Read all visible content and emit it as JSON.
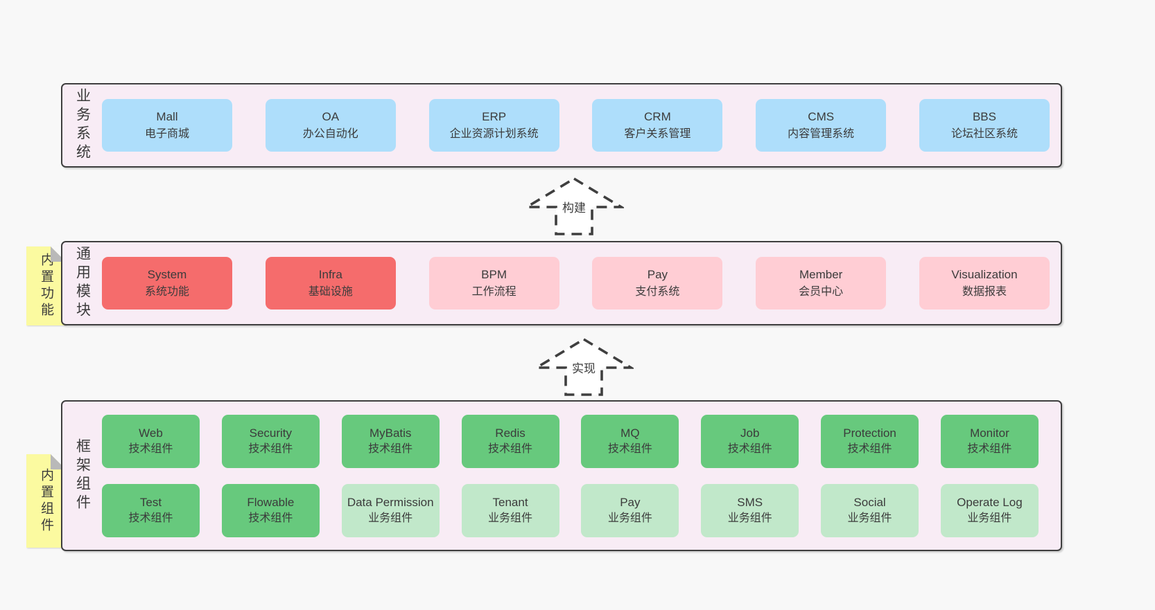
{
  "diagram": {
    "colors": {
      "page_bg": "#f8f8f8",
      "panel_bg": "#f8ecf5",
      "panel_border": "#3f3f3f",
      "blue_box": "#aedefb",
      "red_box": "#f56c6c",
      "pink_box": "#ffcdd4",
      "green_box": "#67c97d",
      "green_light_box": "#c1e8ca",
      "note_yellow": "#fbfaa0",
      "note_fold_grey": "#b9b9b9",
      "text": "#3b3b3b"
    },
    "arrows": [
      {
        "label": "构建"
      },
      {
        "label": "实现"
      }
    ],
    "notes": [
      {
        "text": "内置功能"
      },
      {
        "text": "内置组件"
      }
    ],
    "layers": [
      {
        "label": "业务系统",
        "boxes": [
          {
            "name": "Mall",
            "desc": "电子商城",
            "type": "blue"
          },
          {
            "name": "OA",
            "desc": "办公自动化",
            "type": "blue"
          },
          {
            "name": "ERP",
            "desc": "企业资源计划系统",
            "type": "blue"
          },
          {
            "name": "CRM",
            "desc": "客户关系管理",
            "type": "blue"
          },
          {
            "name": "CMS",
            "desc": "内容管理系统",
            "type": "blue"
          },
          {
            "name": "BBS",
            "desc": "论坛社区系统",
            "type": "blue"
          }
        ]
      },
      {
        "label": "通用模块",
        "boxes": [
          {
            "name": "System",
            "desc": "系统功能",
            "type": "red"
          },
          {
            "name": "Infra",
            "desc": "基础设施",
            "type": "red"
          },
          {
            "name": "BPM",
            "desc": "工作流程",
            "type": "pink"
          },
          {
            "name": "Pay",
            "desc": "支付系统",
            "type": "pink"
          },
          {
            "name": "Member",
            "desc": "会员中心",
            "type": "pink"
          },
          {
            "name": "Visualization",
            "desc": "数据报表",
            "type": "pink"
          }
        ]
      },
      {
        "label": "框架组件",
        "rows": [
          [
            {
              "name": "Web",
              "desc": "技术组件",
              "type": "green"
            },
            {
              "name": "Security",
              "desc": "技术组件",
              "type": "green"
            },
            {
              "name": "MyBatis",
              "desc": "技术组件",
              "type": "green"
            },
            {
              "name": "Redis",
              "desc": "技术组件",
              "type": "green"
            },
            {
              "name": "MQ",
              "desc": "技术组件",
              "type": "green"
            },
            {
              "name": "Job",
              "desc": "技术组件",
              "type": "green"
            },
            {
              "name": "Protection",
              "desc": "技术组件",
              "type": "green"
            },
            {
              "name": "Monitor",
              "desc": "技术组件",
              "type": "green"
            }
          ],
          [
            {
              "name": "Test",
              "desc": "技术组件",
              "type": "green"
            },
            {
              "name": "Flowable",
              "desc": "技术组件",
              "type": "green"
            },
            {
              "name": "Data Permission",
              "desc": "业务组件",
              "type": "green-light"
            },
            {
              "name": "Tenant",
              "desc": "业务组件",
              "type": "green-light"
            },
            {
              "name": "Pay",
              "desc": "业务组件",
              "type": "green-light"
            },
            {
              "name": "SMS",
              "desc": "业务组件",
              "type": "green-light"
            },
            {
              "name": "Social",
              "desc": "业务组件",
              "type": "green-light"
            },
            {
              "name": "Operate Log",
              "desc": "业务组件",
              "type": "green-light"
            }
          ]
        ]
      }
    ]
  }
}
